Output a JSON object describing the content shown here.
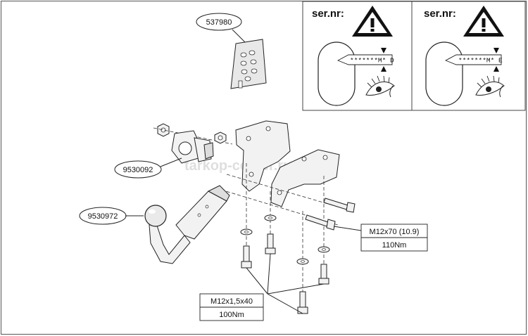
{
  "watermark": "tarkop-center.ru",
  "parts": {
    "bolt_kit": "537980",
    "electric_plate": "9530092",
    "tow_ball": "9530972"
  },
  "specs": {
    "bolt_large_size": "M12x70 (10.9)",
    "bolt_large_torque": "110Nm",
    "bolt_small_size": "M12x1,5x40",
    "bolt_small_torque": "100Nm"
  },
  "serial_panels": [
    {
      "title": "ser.nr:",
      "marking": "*******M* D"
    },
    {
      "title": "ser.nr:",
      "marking": "*******M* E"
    }
  ]
}
